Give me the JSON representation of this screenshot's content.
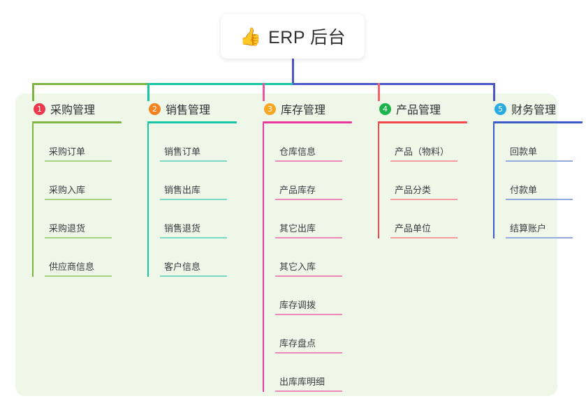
{
  "root": {
    "icon": "thumbs-up-icon",
    "icon_glyph": "👍",
    "title": "ERP 后台"
  },
  "theme": {
    "panel_background": "#eef7e8",
    "page_background": "#ffffff",
    "card_background": "#ffffff",
    "text_color": "#2f2f33",
    "root_stem_color": "#4a57c4"
  },
  "connectors": {
    "stem_color": "#4a57c4",
    "bar_segments": [
      {
        "name": "green-segment",
        "color": "#7cb342"
      },
      {
        "name": "teal-segment",
        "color": "#17c5a5"
      },
      {
        "name": "blue-segment",
        "color": "#4a57c4"
      }
    ],
    "drops": [
      {
        "name": "drop-col-1",
        "color": "#7cb342"
      },
      {
        "name": "drop-col-2",
        "color": "#17c5a5"
      },
      {
        "name": "drop-col-3",
        "color": "#e8589e"
      },
      {
        "name": "drop-col-4",
        "color": "#f4646a"
      },
      {
        "name": "drop-col-5",
        "color": "#4a57c4"
      }
    ]
  },
  "columns": [
    {
      "number": "1",
      "title": "采购管理",
      "badge_color": "#ea3a4e",
      "line_color": "#7cb342",
      "item_line_color": "#a8d27f",
      "items": [
        {
          "label": "采购订单"
        },
        {
          "label": "采购入库"
        },
        {
          "label": "采购退货"
        },
        {
          "label": "供应商信息"
        }
      ]
    },
    {
      "number": "2",
      "title": "销售管理",
      "badge_color": "#f5821f",
      "line_color": "#17c5a5",
      "item_line_color": "#79d9c6",
      "items": [
        {
          "label": "销售订单"
        },
        {
          "label": "销售出库"
        },
        {
          "label": "销售退货"
        },
        {
          "label": "客户信息"
        }
      ]
    },
    {
      "number": "3",
      "title": "库存管理",
      "badge_color": "#f5a623",
      "line_color": "#e8389b",
      "item_line_color": "#ef87bf",
      "items": [
        {
          "label": "仓库信息"
        },
        {
          "label": "产品库存"
        },
        {
          "label": "其它出库"
        },
        {
          "label": "其它入库"
        },
        {
          "label": "库存调拨"
        },
        {
          "label": "库存盘点"
        },
        {
          "label": "出库库明细"
        }
      ]
    },
    {
      "number": "4",
      "title": "产品管理",
      "badge_color": "#1bb34a",
      "line_color": "#f4474d",
      "item_line_color": "#f79a9d",
      "items": [
        {
          "label": "产品（物料）"
        },
        {
          "label": "产品分类"
        },
        {
          "label": "产品单位"
        }
      ]
    },
    {
      "number": "5",
      "title": "财务管理",
      "badge_color": "#29abe2",
      "line_color": "#3a5bc7",
      "item_line_color": "#92a9e0",
      "items": [
        {
          "label": "回款单"
        },
        {
          "label": "付款单"
        },
        {
          "label": "结算账户"
        }
      ]
    }
  ]
}
